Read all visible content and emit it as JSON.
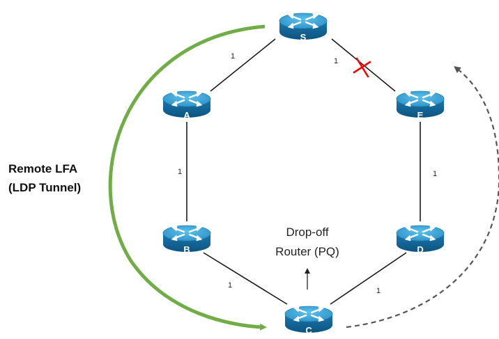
{
  "routers": [
    {
      "id": "S",
      "label": "S"
    },
    {
      "id": "A",
      "label": "A"
    },
    {
      "id": "E",
      "label": "E"
    },
    {
      "id": "B",
      "label": "B"
    },
    {
      "id": "D",
      "label": "D"
    },
    {
      "id": "C",
      "label": "C"
    }
  ],
  "links": [
    {
      "from": "S",
      "to": "A",
      "cost": "1",
      "failed": false
    },
    {
      "from": "S",
      "to": "E",
      "cost": "1",
      "failed": true
    },
    {
      "from": "A",
      "to": "B",
      "cost": "1",
      "failed": false
    },
    {
      "from": "E",
      "to": "D",
      "cost": "1",
      "failed": false
    },
    {
      "from": "B",
      "to": "C",
      "cost": "1",
      "failed": false
    },
    {
      "from": "D",
      "to": "C",
      "cost": "1",
      "failed": false
    }
  ],
  "remote_lfa_label": {
    "line1": "Remote LFA",
    "line2": "(LDP Tunnel)"
  },
  "drop_off_label": {
    "line1": "Drop-off",
    "line2": "Router (PQ)"
  },
  "colors": {
    "tunnel_arrow": "#70ad47",
    "failure_mark": "#ff0000",
    "backup_path": "#555555",
    "router_top": "#3aa3d6",
    "router_side": "#0e5f8c",
    "router_arrows": "#ffffff"
  }
}
